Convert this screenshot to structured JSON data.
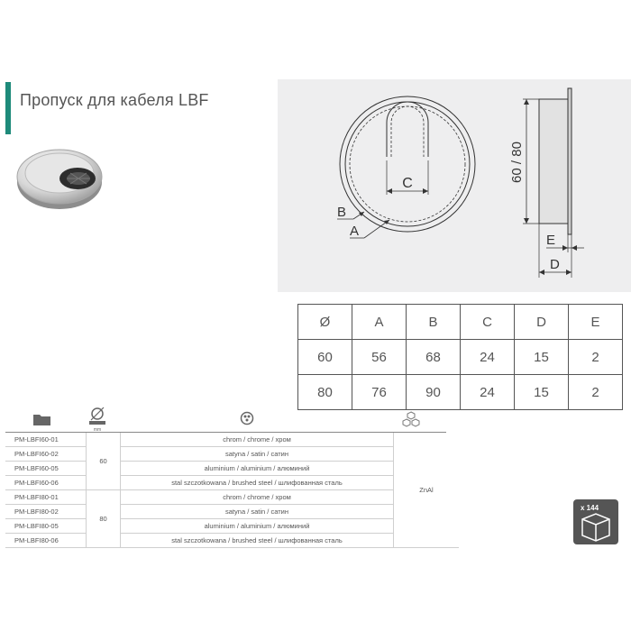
{
  "title": "Пропуск для кабеля LBF",
  "drawing": {
    "label_c": "C",
    "label_b": "B",
    "label_a": "A",
    "label_e": "E",
    "label_d": "D",
    "label_height": "60 / 80"
  },
  "dims_table": {
    "headers": [
      "Ø",
      "A",
      "B",
      "C",
      "D",
      "E"
    ],
    "rows": [
      [
        "60",
        "56",
        "68",
        "24",
        "15",
        "2"
      ],
      [
        "80",
        "76",
        "90",
        "24",
        "15",
        "2"
      ]
    ]
  },
  "spec": {
    "size_unit": "mm",
    "rows": [
      {
        "code": "PM-LBFI60-01",
        "finish": "chrom / chrome / хром"
      },
      {
        "code": "PM-LBFI60-02",
        "finish": "satyna / satin / сатин"
      },
      {
        "code": "PM-LBFI60-05",
        "finish": "aluminium / aluminium / алюминий"
      },
      {
        "code": "PM-LBFI60-06",
        "finish": "stal szczotkowana / brushed steel / шлифованная сталь"
      },
      {
        "code": "PM-LBFI80-01",
        "finish": "chrom / chrome / хром"
      },
      {
        "code": "PM-LBFI80-02",
        "finish": "satyna / satin / сатин"
      },
      {
        "code": "PM-LBFI80-05",
        "finish": "aluminium / aluminium / алюминий"
      },
      {
        "code": "PM-LBFI80-06",
        "finish": "stal szczotkowana / brushed steel / шлифованная сталь"
      }
    ],
    "size_60": "60",
    "size_80": "80",
    "material": "ZnAl"
  },
  "package": {
    "quantity": "x 144"
  },
  "colors": {
    "accent": "#1e8a7a",
    "text": "#555555",
    "panel": "#eeeeef"
  }
}
